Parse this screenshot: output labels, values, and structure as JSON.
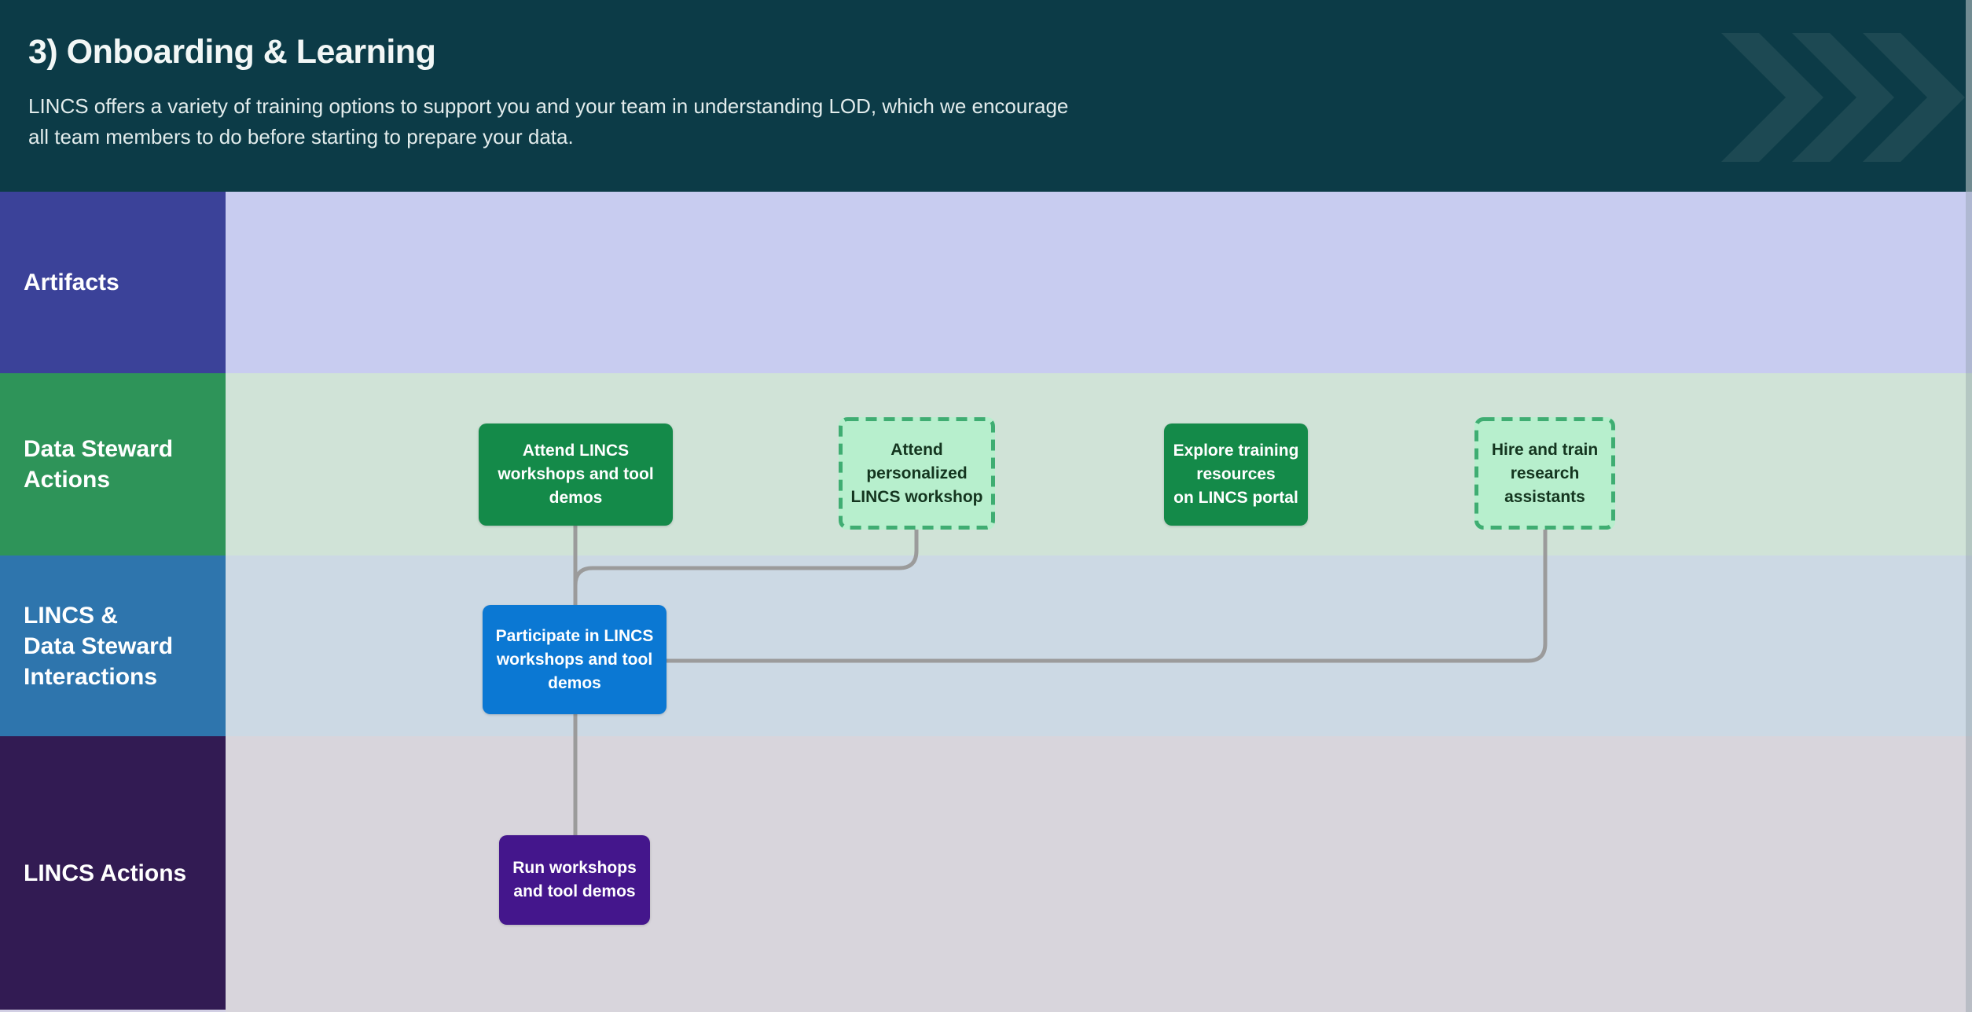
{
  "header": {
    "title": "3) Onboarding & Learning",
    "subtitle": "LINCS offers a variety of training options to support you and your team in understanding LOD, which we encourage all team members to do before starting to prepare your data."
  },
  "lanes": [
    {
      "id": "artifacts",
      "lines": [
        "Artifacts"
      ]
    },
    {
      "id": "data-steward-actions",
      "lines": [
        "Data Steward",
        "Actions"
      ]
    },
    {
      "id": "lincs-data-steward-interactions",
      "lines": [
        "LINCS &",
        "Data Steward",
        "Interactions"
      ]
    },
    {
      "id": "lincs-actions",
      "lines": [
        "LINCS Actions"
      ]
    }
  ],
  "nodes": [
    {
      "id": "attend-workshops",
      "lane": "data-steward-actions",
      "style": "solid-green",
      "lines": [
        "Attend LINCS",
        "workshops and tool",
        "demos"
      ]
    },
    {
      "id": "attend-personalized",
      "lane": "data-steward-actions",
      "style": "dashed-green",
      "lines": [
        "Attend",
        "personalized",
        "LINCS workshop"
      ]
    },
    {
      "id": "explore-training",
      "lane": "data-steward-actions",
      "style": "solid-green",
      "lines": [
        "Explore training",
        "resources",
        "on LINCS portal"
      ]
    },
    {
      "id": "hire-train",
      "lane": "data-steward-actions",
      "style": "dashed-green",
      "lines": [
        "Hire and train",
        "research",
        "assistants"
      ]
    },
    {
      "id": "participate",
      "lane": "lincs-data-steward-interactions",
      "style": "blue",
      "lines": [
        "Participate in LINCS",
        "workshops and tool",
        "demos"
      ]
    },
    {
      "id": "run-workshops",
      "lane": "lincs-actions",
      "style": "purple",
      "lines": [
        "Run workshops",
        "and tool demos"
      ]
    }
  ],
  "edges": [
    {
      "from": "attend-workshops",
      "to": "participate"
    },
    {
      "from": "attend-personalized",
      "to": "participate"
    },
    {
      "from": "hire-train",
      "to": "participate"
    },
    {
      "from": "participate",
      "to": "run-workshops"
    }
  ],
  "colors": {
    "header_bg": "#0c3b47",
    "chevron": "#1d4953",
    "lane_artifacts": "#3b4299",
    "lane_data_steward": "#2e9459",
    "lane_interactions": "#2e75ad",
    "lane_lincs_actions": "#321b53",
    "row_artifacts": "#c8ccf0",
    "row_data_steward": "#d0e3d7",
    "row_interactions": "#ccd9e4",
    "row_lincs_actions": "#d8d5dc",
    "node_solid_green": "#148a49",
    "node_dashed_fill": "#b7efcd",
    "node_dashed_border": "#3fad72",
    "node_blue": "#0b78d3",
    "node_purple": "#44168c",
    "connector": "#9b9b9b"
  }
}
